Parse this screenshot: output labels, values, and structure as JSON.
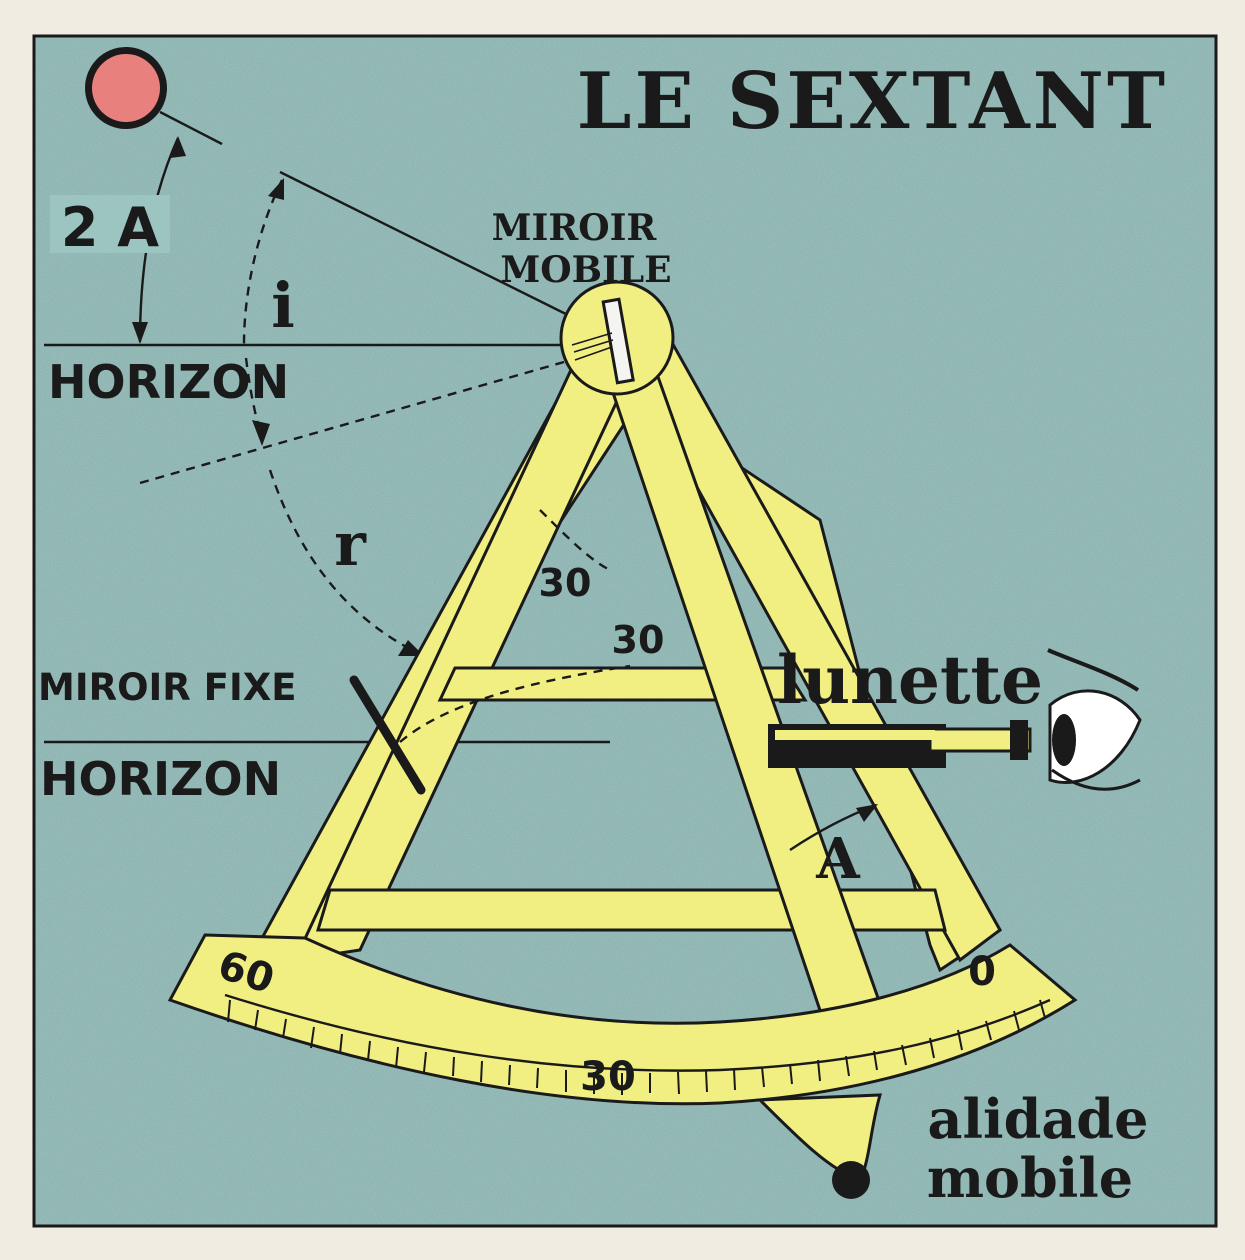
{
  "title": "LE SEXTANT",
  "labels": {
    "angle_2a": "2 A",
    "angle_i": "i",
    "angle_r": "r",
    "angle_a": "A",
    "miroir_mobile_1": "MIROIR",
    "miroir_mobile_2": "MOBILE",
    "horizon_top": "HORIZON",
    "horizon_bottom": "HORIZON",
    "miroir_fixe": "MIROIR FIXE",
    "lunette": "lunette",
    "alidade_1": "alidade",
    "alidade_2": "mobile",
    "angle_30_a": "30",
    "angle_30_b": "30"
  },
  "scale": {
    "left": "60",
    "middle": "30",
    "right": "0"
  },
  "colors": {
    "background": "#9cc4c1",
    "frame": "#1a1a1a",
    "sextant": "#f1ee82",
    "sun": "#e8807e",
    "lens": "#f4f4f0",
    "eye": "#ffffff"
  },
  "icons": {
    "sun": "sun-icon",
    "eye": "eye-icon",
    "telescope": "telescope-icon"
  }
}
